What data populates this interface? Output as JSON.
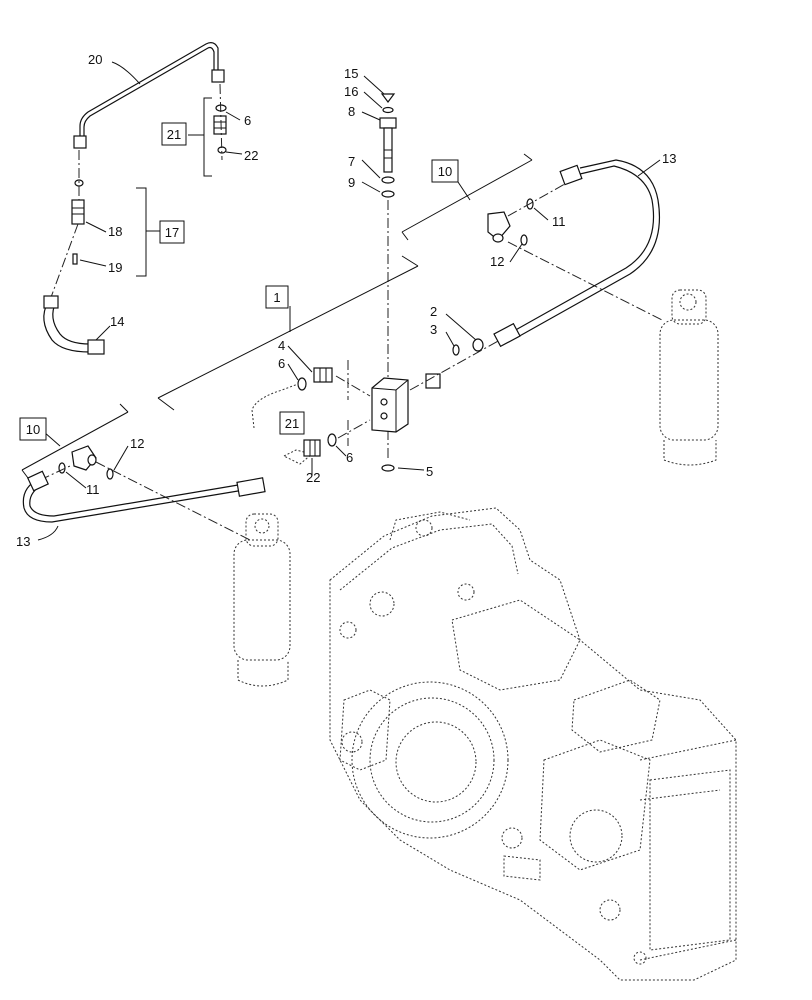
{
  "callouts": {
    "c20": "20",
    "c6a": "6",
    "c22a": "22",
    "c21a": "21",
    "c18": "18",
    "c19": "19",
    "c17": "17",
    "c14": "14",
    "c15": "15",
    "c16": "16",
    "c8": "8",
    "c7": "7",
    "c9": "9",
    "c10a": "10",
    "c13a": "13",
    "c11a": "11",
    "c12a": "12",
    "c1": "1",
    "c2": "2",
    "c3": "3",
    "c4": "4",
    "c6b": "6",
    "c21b": "21",
    "c6c": "6",
    "c22b": "22",
    "c5": "5",
    "c10b": "10",
    "c12b": "12",
    "c11b": "11",
    "c13b": "13"
  }
}
